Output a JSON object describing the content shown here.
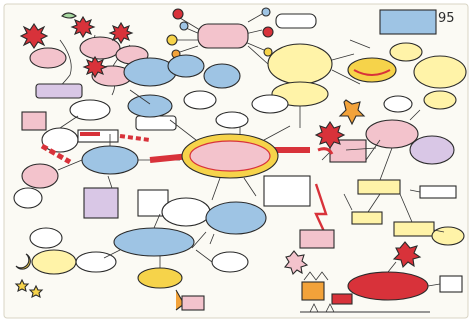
{
  "sheet": {
    "number_text": "95",
    "colors": {
      "paper": "#fbfaf4",
      "blue": "#9ec4e4",
      "pink": "#f3c3cc",
      "yellow": "#f6d34a",
      "red": "#d8323a",
      "lavender": "#d9c7e6",
      "green": "#a7d8a0",
      "orange": "#f2a23a"
    }
  },
  "clusters": [
    {
      "id": "flower-cluster-top-left"
    },
    {
      "id": "balloon-cluster-top-center"
    },
    {
      "id": "notes-cluster-top-right"
    },
    {
      "id": "left-process-cluster"
    },
    {
      "id": "central-hub-cluster"
    },
    {
      "id": "bottom-center-cluster"
    },
    {
      "id": "right-process-cluster"
    },
    {
      "id": "bottom-right-factory-cluster"
    }
  ]
}
